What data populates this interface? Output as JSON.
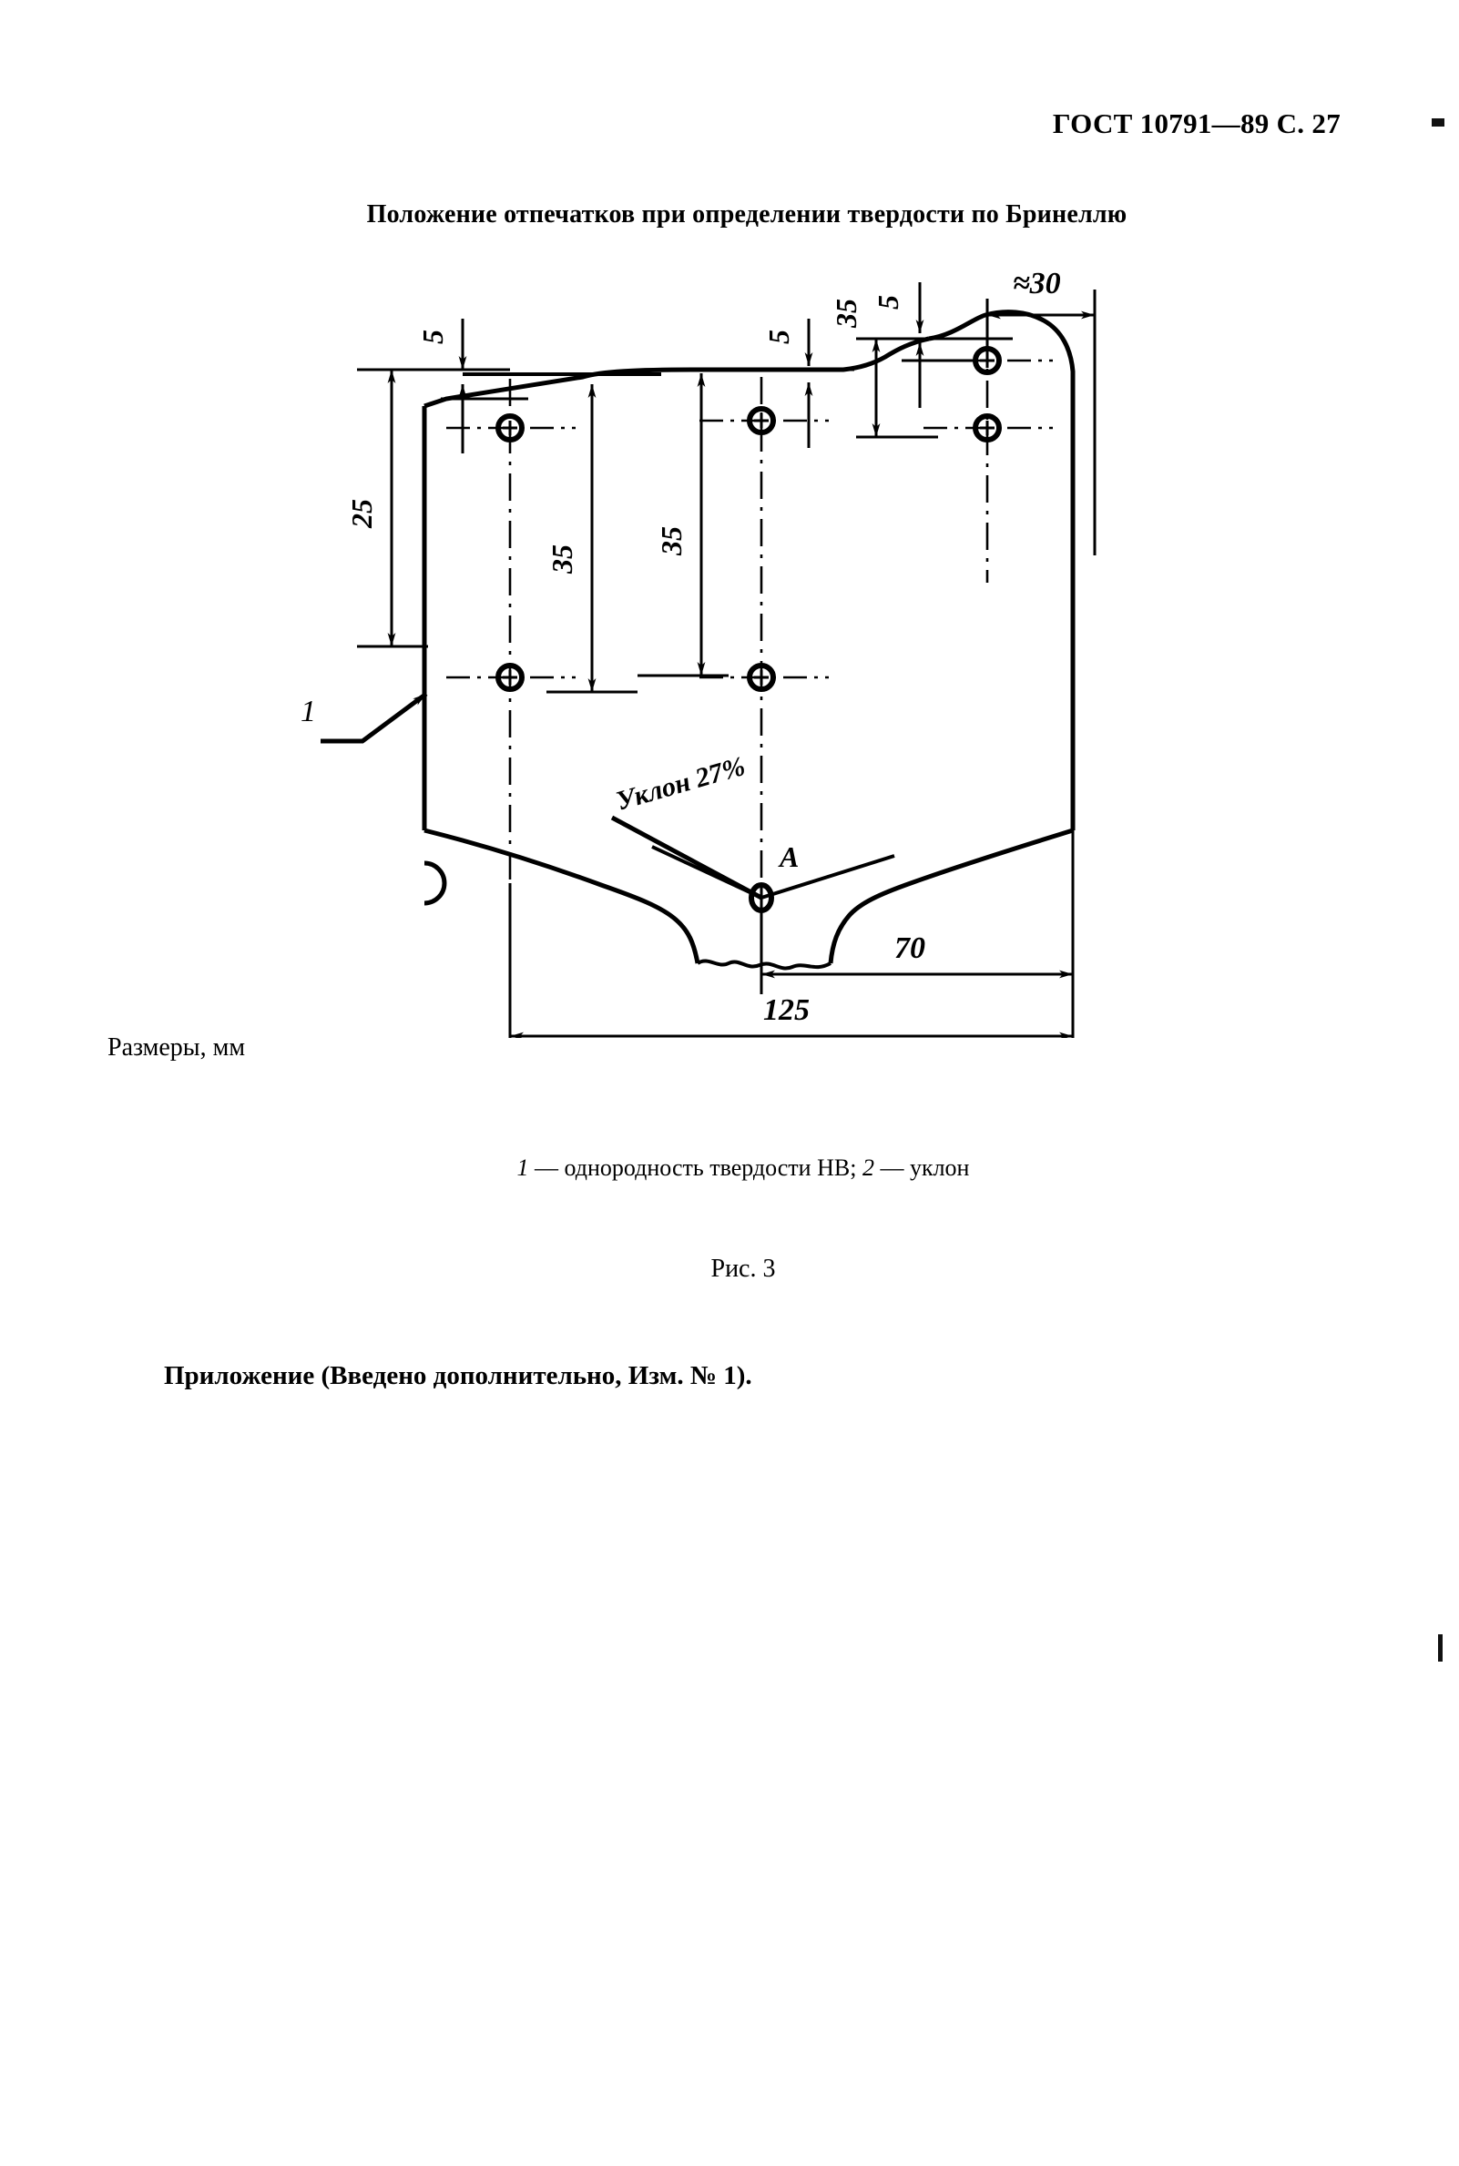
{
  "header": {
    "standard": "ГОСТ 10791—89 С. 27"
  },
  "figure": {
    "title": "Положение отпечатков при определении твердости по Бринеллю",
    "dimensions_note": "Размеры, мм",
    "legend_item_1_number": "1",
    "legend_item_1_text": "— однородность твердости НВ;",
    "legend_item_2_number": "2",
    "legend_item_2_text": "— уклон",
    "caption": "Рис. 3"
  },
  "appendix": {
    "note": "Приложение (Введено дополнительно, Изм. № 1)."
  },
  "drawing": {
    "labels": {
      "approx_30": "≈30",
      "five_top_right": "5",
      "five_mid_right": "5",
      "five_left": "5",
      "thirtyfive_upper_right": "35",
      "thirtyfive_mid": "35",
      "thirtyfive_left": "35",
      "twentyfive": "25",
      "leader_1": "1",
      "slope_text": "Уклон 27%",
      "point_a": "А",
      "seventy": "70",
      "onehundredtwentyfive": "125"
    },
    "colors": {
      "line": "#000000",
      "background": "#ffffff"
    }
  }
}
